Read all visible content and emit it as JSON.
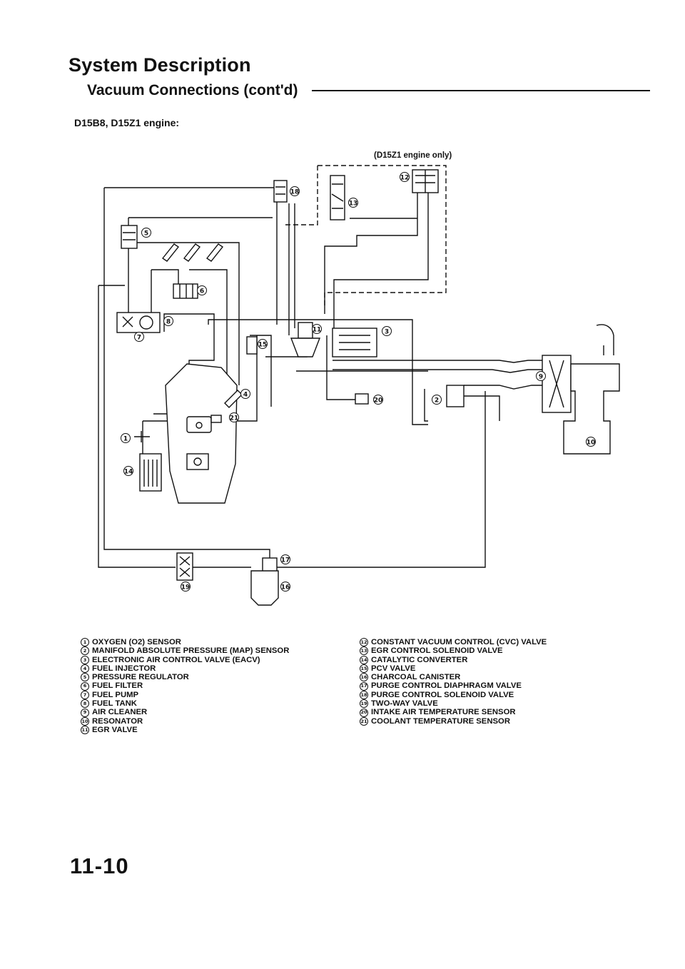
{
  "header": {
    "title": "System Description",
    "subtitle": "Vacuum Connections (cont'd)",
    "engine_label": "D15B8, D15Z1 engine:",
    "only_label": "(D15Z1 engine only)"
  },
  "diagram": {
    "callouts": [
      "1",
      "2",
      "3",
      "4",
      "5",
      "6",
      "7",
      "8",
      "9",
      "10",
      "11",
      "12",
      "13",
      "14",
      "15",
      "16",
      "17",
      "18",
      "19",
      "20",
      "21"
    ]
  },
  "legend_left": [
    {
      "num": "1",
      "text": "OXYGEN (O2) SENSOR"
    },
    {
      "num": "2",
      "text": "MANIFOLD ABSOLUTE PRESSURE (MAP) SENSOR"
    },
    {
      "num": "3",
      "text": "ELECTRONIC AIR CONTROL VALVE (EACV)"
    },
    {
      "num": "4",
      "text": "FUEL INJECTOR"
    },
    {
      "num": "5",
      "text": "PRESSURE REGULATOR"
    },
    {
      "num": "6",
      "text": "FUEL FILTER"
    },
    {
      "num": "7",
      "text": "FUEL PUMP"
    },
    {
      "num": "8",
      "text": "FUEL TANK"
    },
    {
      "num": "9",
      "text": "AIR CLEANER"
    },
    {
      "num": "10",
      "text": "RESONATOR"
    },
    {
      "num": "11",
      "text": "EGR VALVE"
    }
  ],
  "legend_right": [
    {
      "num": "12",
      "text": "CONSTANT VACUUM CONTROL (CVC) VALVE"
    },
    {
      "num": "13",
      "text": "EGR CONTROL SOLENOID VALVE"
    },
    {
      "num": "14",
      "text": "CATALYTIC CONVERTER"
    },
    {
      "num": "15",
      "text": "PCV VALVE"
    },
    {
      "num": "16",
      "text": "CHARCOAL CANISTER"
    },
    {
      "num": "17",
      "text": "PURGE CONTROL DIAPHRAGM VALVE"
    },
    {
      "num": "18",
      "text": "PURGE CONTROL SOLENOID VALVE"
    },
    {
      "num": "19",
      "text": "TWO-WAY VALVE"
    },
    {
      "num": "20",
      "text": "INTAKE AIR TEMPERATURE SENSOR"
    },
    {
      "num": "21",
      "text": "COOLANT TEMPERATURE SENSOR"
    }
  ],
  "footer": {
    "page_number": "11-10"
  }
}
